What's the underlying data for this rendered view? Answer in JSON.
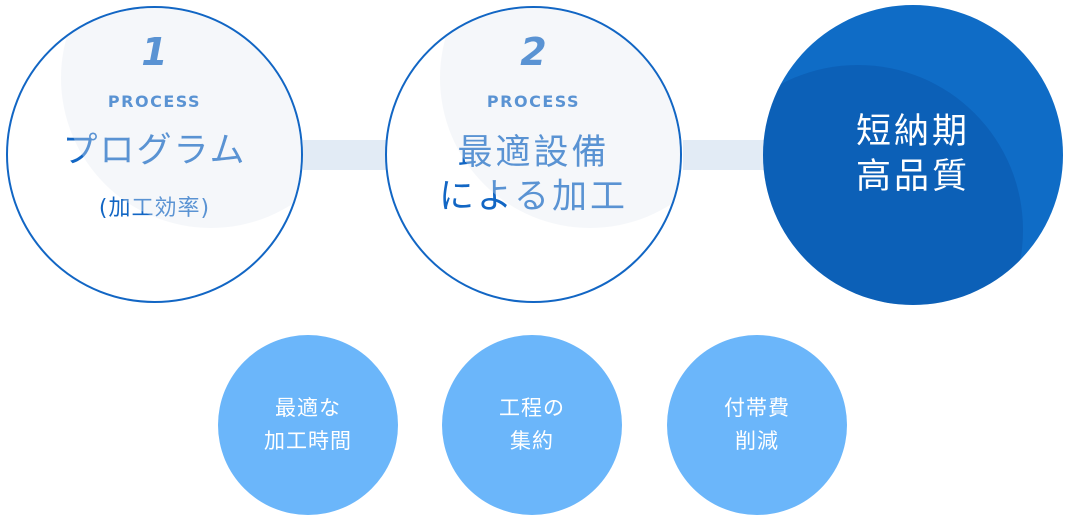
{
  "steps": [
    {
      "number": "1",
      "process_label": "PROCESS",
      "title": "プログラム",
      "subtitle": "(加工効率)"
    },
    {
      "number": "2",
      "process_label": "PROCESS",
      "title": "最適設備\nによる加工"
    }
  ],
  "result": {
    "title": "短納期\n高品質"
  },
  "benefits": [
    {
      "label": "最適な\n加工時間"
    },
    {
      "label": "工程の\n集約"
    },
    {
      "label": "付帯費\n削減"
    }
  ],
  "colors": {
    "primary_blue": "#1266c4",
    "result_fill": "#0f6cc6",
    "benefit_fill": "#6bb6fa",
    "connector": "#e2ebf5"
  }
}
